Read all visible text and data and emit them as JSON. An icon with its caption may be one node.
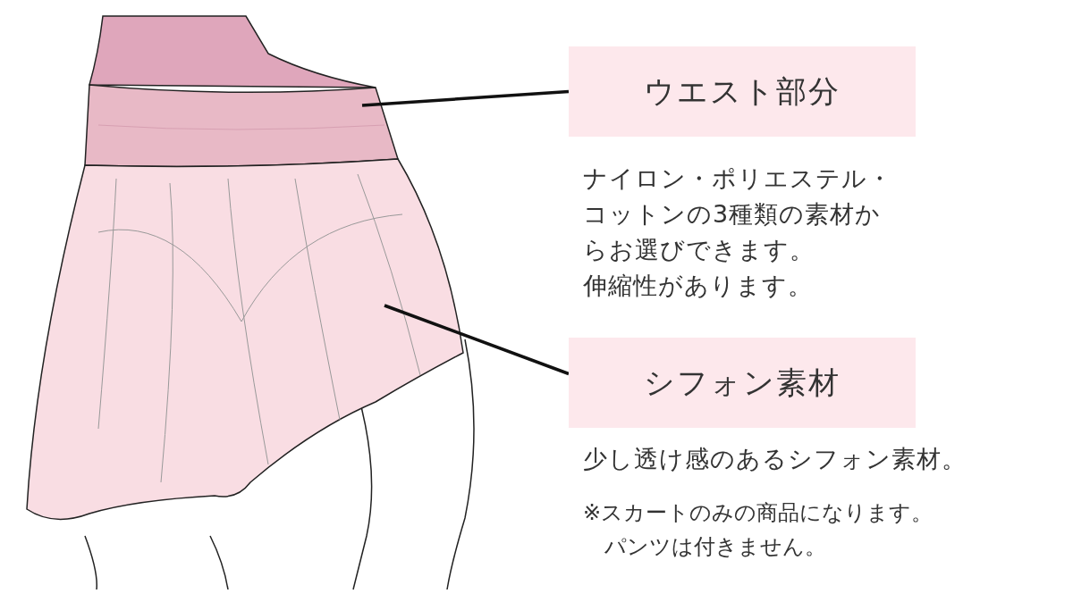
{
  "diagram": {
    "nodes": [
      {
        "text": [
          "ウエスト部分"
        ],
        "beside": [
          "ナイロン・ポリエステル・コットンの3種類の素材からお選びできます。",
          "伸縮性があります。"
        ]
      },
      {
        "text": [],
        "shape": "band"
      },
      {
        "text": [
          "シフォン素材"
        ],
        "beside": [
          "少し透け感のあるシフォン素材。"
        ]
      },
      {
        "text": [],
        "shape": "picture"
      }
    ],
    "edges": [
      {
        "from": 0,
        "to": 1,
        "arrow": "none"
      },
      {
        "from": 2,
        "to": 3,
        "arrow": "none"
      }
    ],
    "labels": [
      "※スカートのみの商品になります。パンツは付きません。"
    ]
  }
}
